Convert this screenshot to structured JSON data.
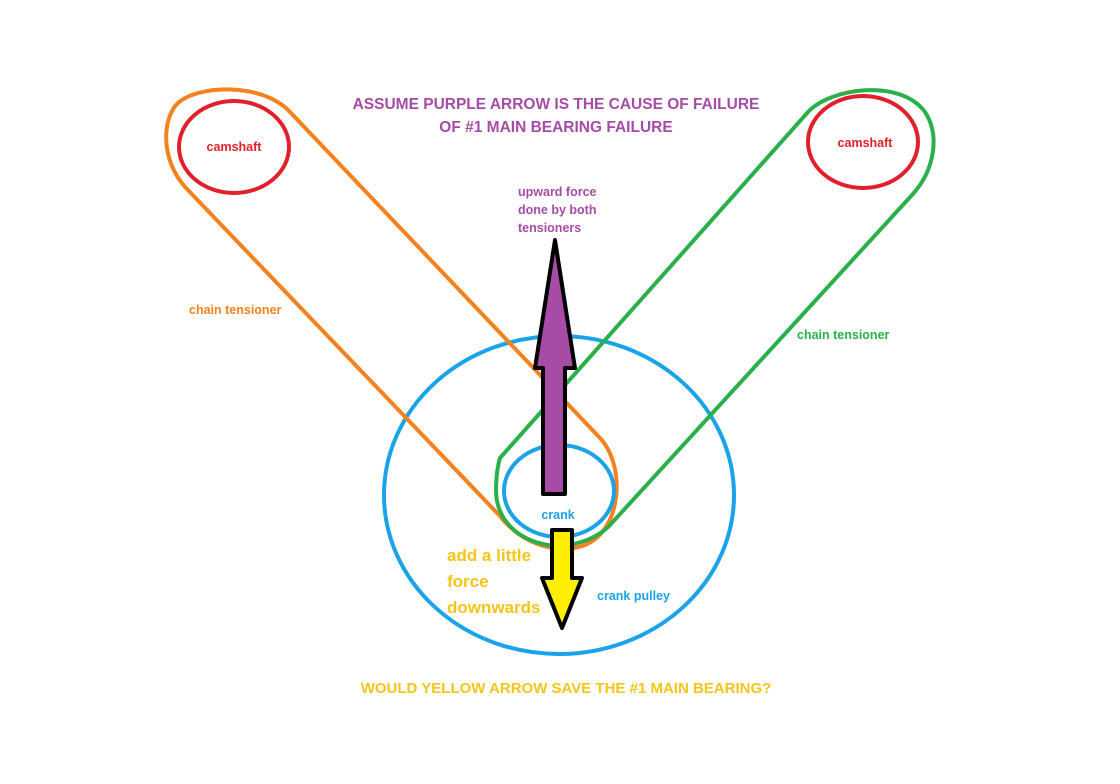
{
  "title": {
    "line1": "ASSUME PURPLE ARROW IS THE CAUSE OF FAILURE",
    "line2": "OF #1 MAIN BEARING FAILURE",
    "color": "#a64ca6"
  },
  "camshafts": {
    "left_label": "camshaft",
    "right_label": "camshaft",
    "color": "#e0202a"
  },
  "chains": {
    "left_label": "chain tensioner",
    "left_color": "#f5821f",
    "right_label": "chain tensioner",
    "right_color": "#2ab04a"
  },
  "crank": {
    "label": "crank",
    "pulley_label": "crank pulley",
    "color": "#1aa3e8"
  },
  "upward_arrow": {
    "line1": "upward force",
    "line2": "done by both",
    "line3": "tensioners",
    "color": "#a64ca6"
  },
  "downward_arrow": {
    "line1": "add a little",
    "line2": "force",
    "line3": "downwards",
    "color": "#ffee00",
    "text_color": "#f5c518"
  },
  "question": {
    "text": "WOULD YELLOW ARROW SAVE THE #1 MAIN BEARING?",
    "color": "#f5c518"
  }
}
